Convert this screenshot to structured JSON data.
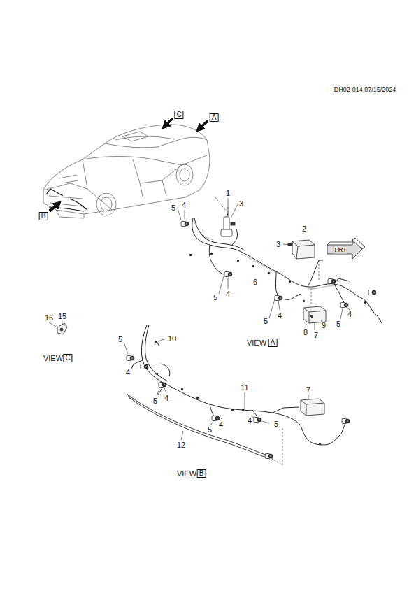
{
  "diagram": {
    "labels": [
      "DH02-014 07/15/2024",
      "C",
      "A",
      "B",
      "1",
      "3",
      "5",
      "4",
      "2",
      "3",
      "FRT",
      "6",
      "4",
      "5",
      "5",
      "4",
      "5",
      "4",
      "9",
      "8",
      "7",
      "VIEW",
      "A",
      "16",
      "15",
      "VIEW",
      "C",
      "5",
      "10",
      "4",
      "5",
      "4",
      "11",
      "7",
      "5",
      "4",
      "4",
      "5",
      "12",
      "VIEW",
      "B"
    ]
  }
}
